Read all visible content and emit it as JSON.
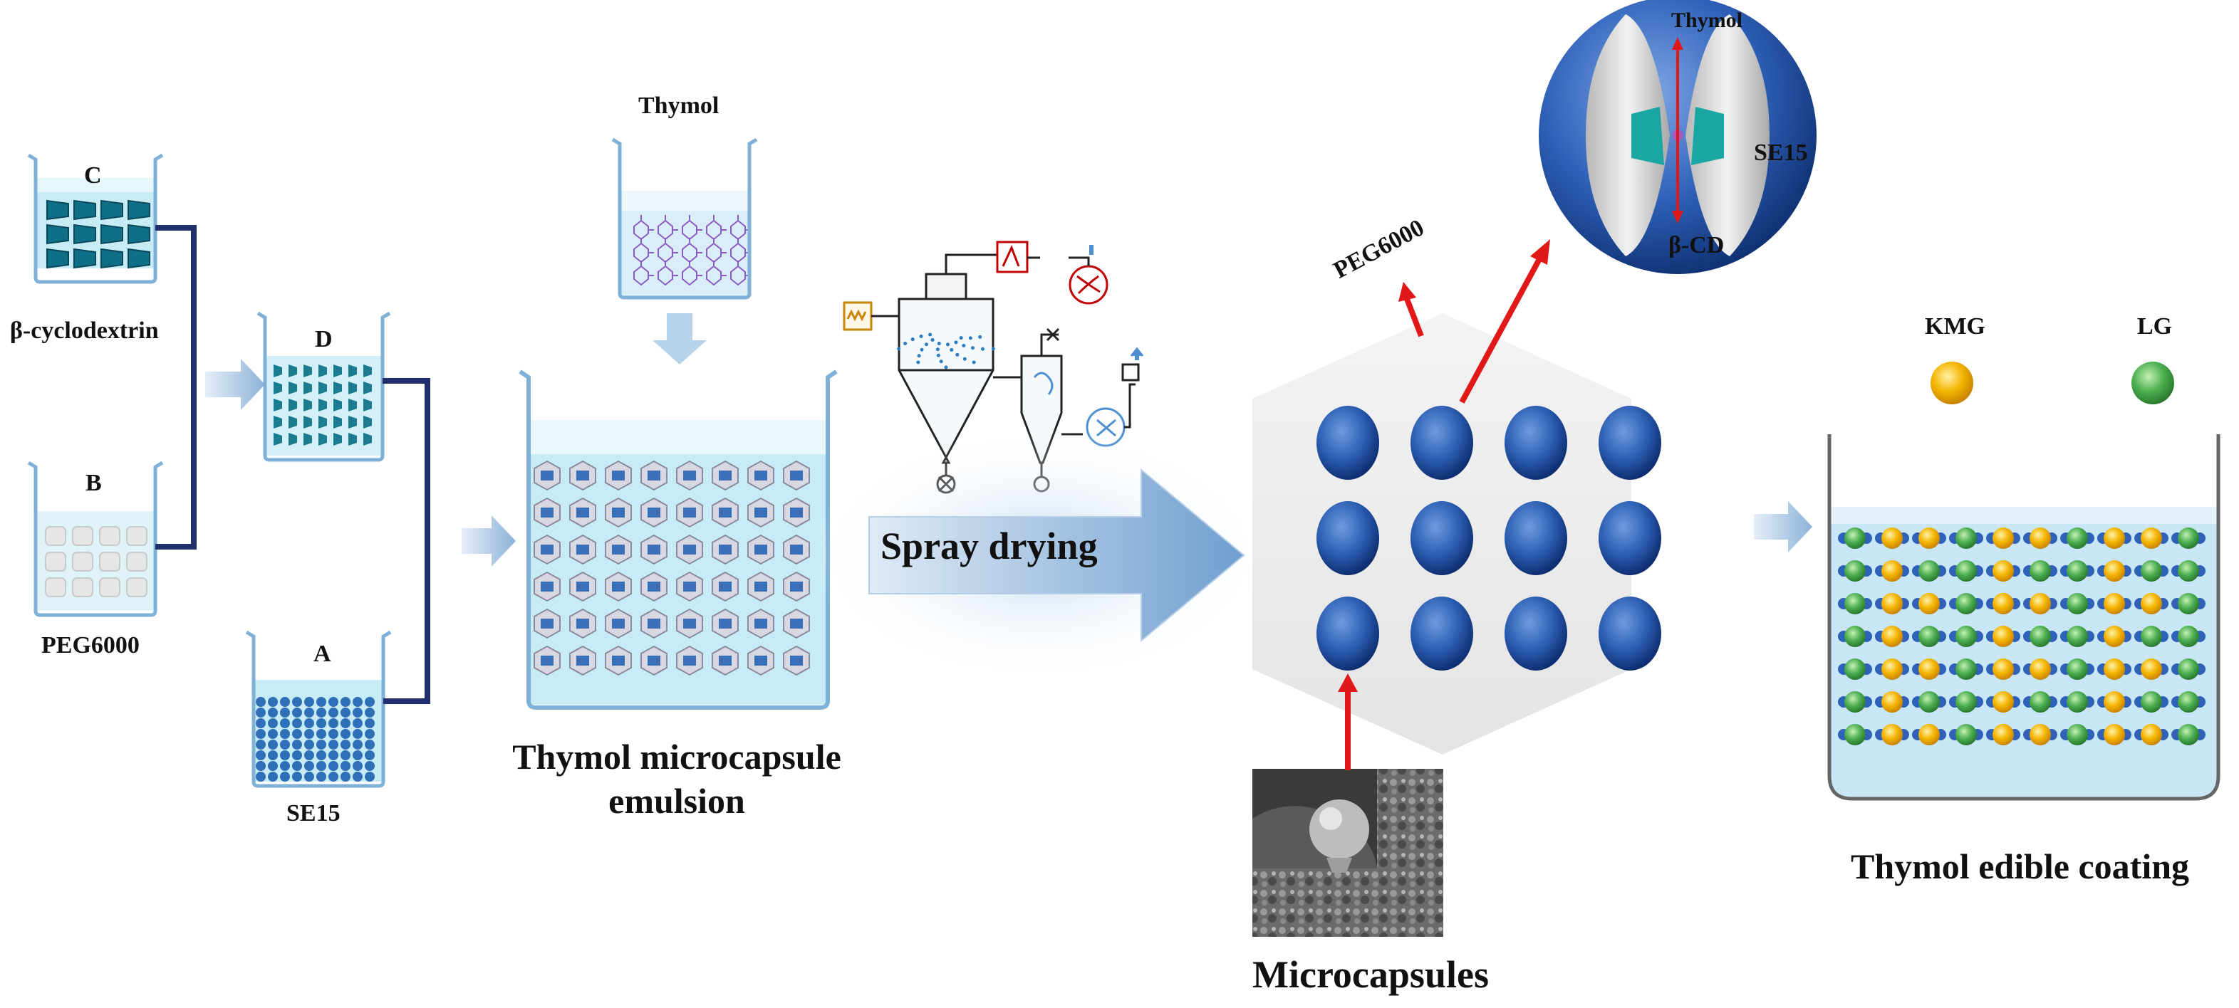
{
  "beakers": {
    "c": {
      "letter": "C",
      "name": "β-cyclodextrin"
    },
    "b": {
      "letter": "B",
      "name": "PEG6000"
    },
    "d": {
      "letter": "D"
    },
    "a": {
      "letter": "A",
      "name": "SE15"
    },
    "thymol": {
      "name": "Thymol"
    }
  },
  "emulsion": {
    "title_line1": "Thymol microcapsule",
    "title_line2": "emulsion"
  },
  "spray": {
    "label": "Spray drying"
  },
  "microcapsules": {
    "label": "Microcapsules",
    "peg_label": "PEG6000"
  },
  "capsule_model": {
    "thymol": "Thymol",
    "se15": "SE15",
    "bcd": "β-CD"
  },
  "coating": {
    "kmg": "KMG",
    "lg": "LG",
    "title": "Thymol edible coating"
  },
  "colors": {
    "beaker_line": "#7fb0d8",
    "liquid": "#c8ecf6",
    "connector": "#1f2f6b",
    "arrow_light": "#a9cbe8",
    "microcapsule": "#1f4f9e",
    "red_arrow": "#e01818",
    "kmg_yellow": "#f4b400",
    "lg_green": "#4caf50"
  }
}
